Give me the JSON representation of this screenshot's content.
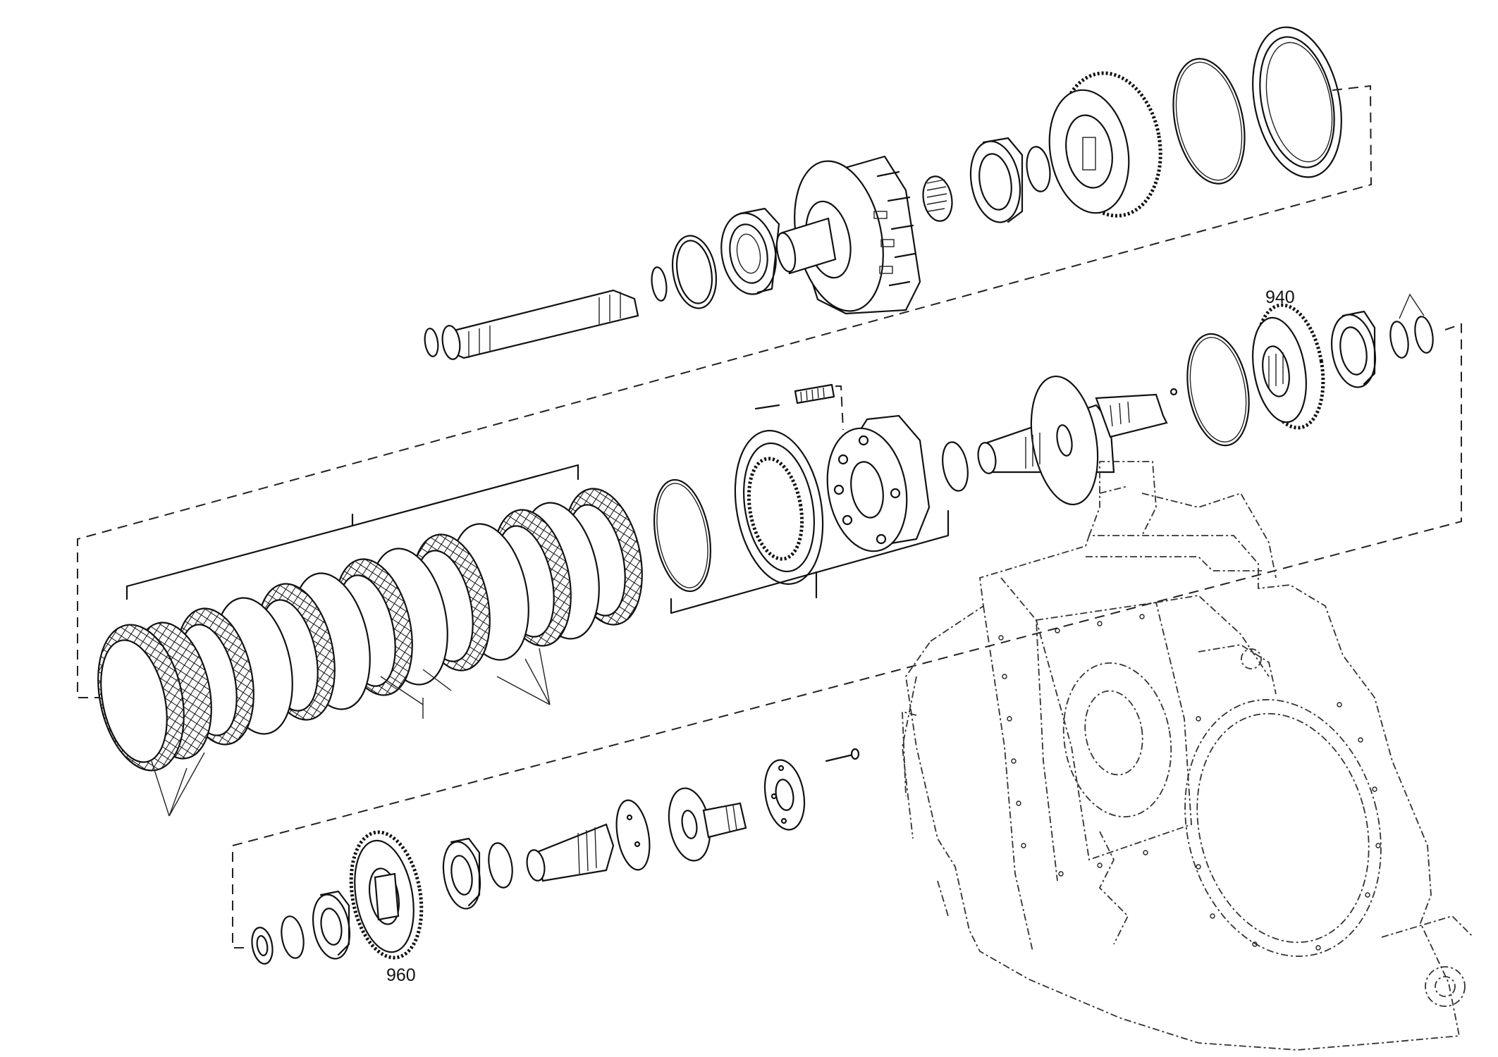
{
  "callouts": [
    {
      "id": "940",
      "text": "940"
    },
    {
      "id": "960",
      "text": "960"
    }
  ]
}
